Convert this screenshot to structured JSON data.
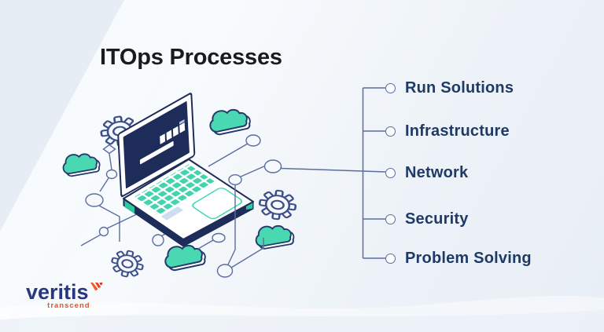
{
  "title": "ITOps Processes",
  "process_list": {
    "items": [
      "Run Solutions",
      "Infrastructure",
      "Network",
      "Security",
      "Problem Solving"
    ]
  },
  "logo": {
    "wordmark": "veritis",
    "tagline": "transcend"
  },
  "colors": {
    "teal_accent": "#45d6b1",
    "teal_dark": "#2fc6a0",
    "navy": "#1d2c58",
    "circuit_line": "#5b6da0",
    "item_text": "#203a68",
    "title_text": "#1b1b1e",
    "logo_blue": "#28377e",
    "logo_orange": "#f04b23",
    "background": "#eef3f8",
    "light_keys": "#cdddf2"
  },
  "icons": {
    "gear": "⚙",
    "cloud": "☁",
    "laptop": "💻",
    "circuit-node": "○"
  }
}
